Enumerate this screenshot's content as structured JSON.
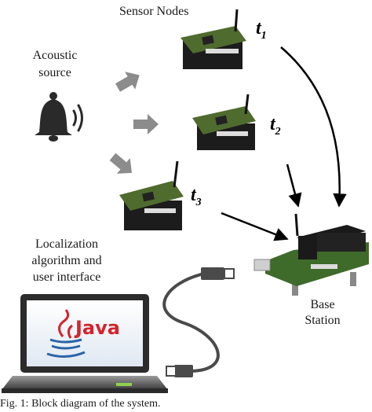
{
  "title": "Sensor Nodes",
  "source_label": [
    "Acoustic",
    "source"
  ],
  "time_labels": [
    {
      "base": "t",
      "sub": "1"
    },
    {
      "base": "t",
      "sub": "2"
    },
    {
      "base": "t",
      "sub": "3"
    }
  ],
  "laptop_label": [
    "Localization",
    "algorithm and",
    "user interface"
  ],
  "screen_text": "Java",
  "base_station_label": [
    "Base",
    "Station"
  ],
  "caption": "Fig. 1: Block diagram of the system.",
  "icons": [
    "bell-icon",
    "sound-waves-icon",
    "sensor-node",
    "laptop-icon",
    "java-logo-icon",
    "usb-cable-icon",
    "base-station-board"
  ],
  "colors": {
    "arrow_gray": "#8c8c8c",
    "arrow_black": "#000000",
    "pcb_green": "#4f6b2e",
    "java_red": "#d4242b",
    "java_blue": "#2a63a8"
  }
}
